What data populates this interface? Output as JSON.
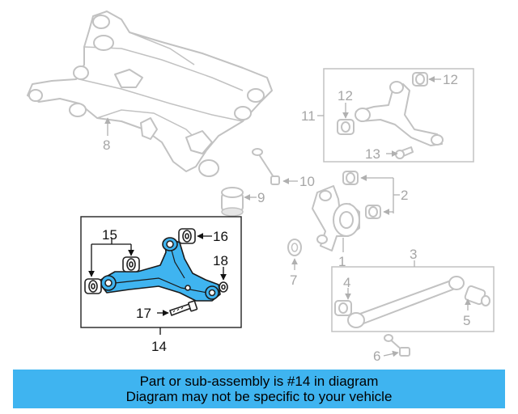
{
  "callouts": {
    "c1": "1",
    "c2": "2",
    "c3": "3",
    "c4": "4",
    "c5": "5",
    "c6": "6",
    "c7": "7",
    "c8": "8",
    "c9": "9",
    "c10": "10",
    "c11": "11",
    "c12a": "12",
    "c12b": "12",
    "c13": "13",
    "c14": "14",
    "c15": "15",
    "c16": "16",
    "c17": "17",
    "c18": "18"
  },
  "banner": {
    "line1": "Part or sub-assembly is #14 in diagram",
    "line2": "Diagram may not be specific to your vehicle"
  },
  "colors": {
    "highlight": "#3fb4f0",
    "ghost": "#c2c2c2"
  }
}
